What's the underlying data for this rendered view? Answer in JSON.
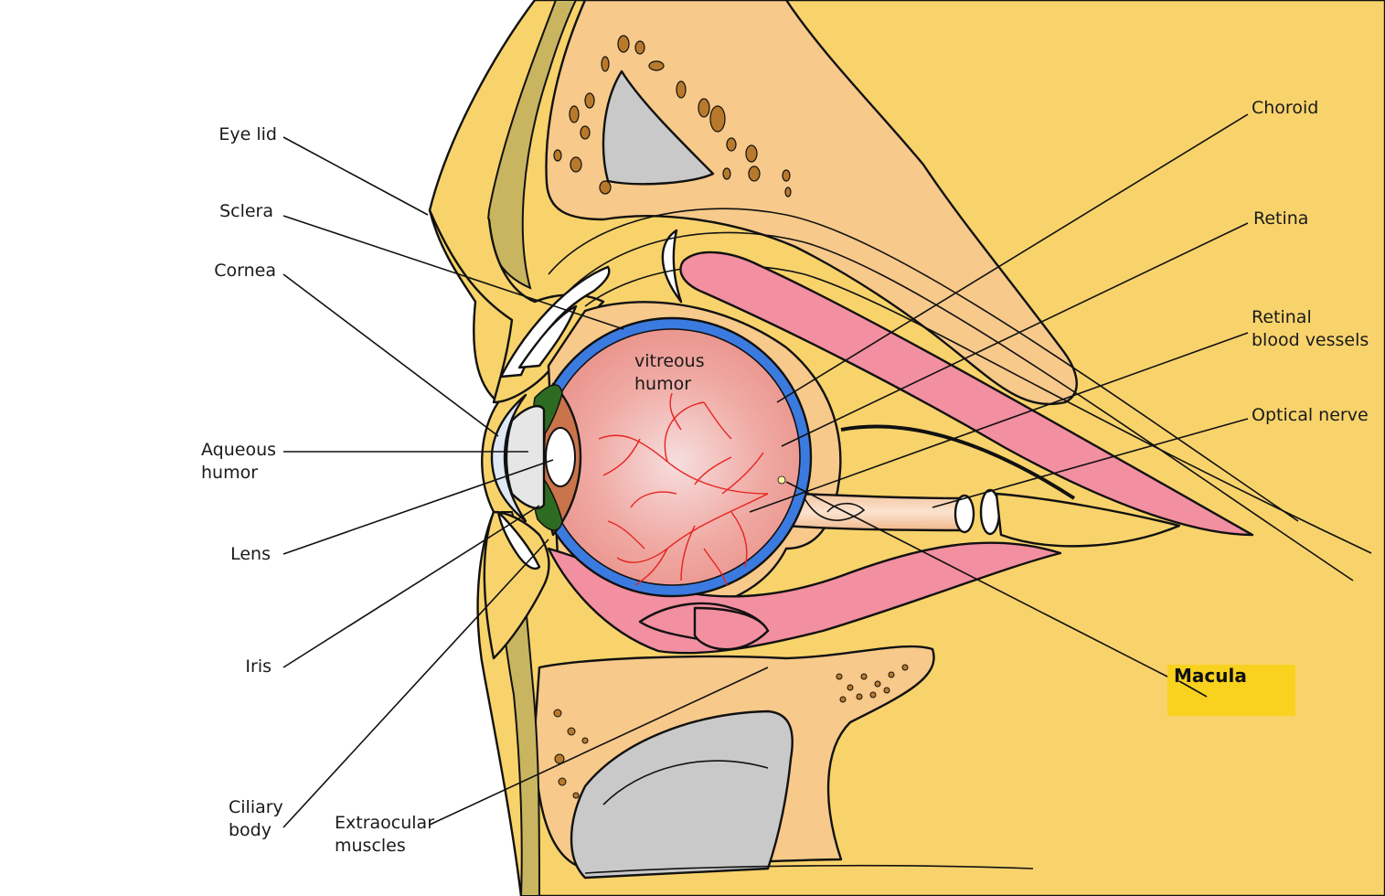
{
  "labels": {
    "eye_lid": "Eye lid",
    "sclera": "Sclera",
    "cornea": "Cornea",
    "aqueous_humor_1": "Aqueous",
    "aqueous_humor_2": "humor",
    "lens": "Lens",
    "iris": "Iris",
    "ciliary_body_1": "Ciliary",
    "ciliary_body_2": "body",
    "extraocular_1": "Extraocular",
    "extraocular_2": "muscles",
    "choroid": "Choroid",
    "retina": "Retina",
    "retinal_vessels_1": "Retinal",
    "retinal_vessels_2": "blood vessels",
    "optical_nerve": "Optical nerve",
    "macula": "Macula",
    "vitreous_1": "vitreous",
    "vitreous_2": "humor"
  },
  "colors": {
    "skin": "#f8d36b",
    "bone": "#f7c98a",
    "highlight": "#f9d21f",
    "sclera_blue": "#3b7be0",
    "vitreous": "#f2a8a0",
    "muscle": "#f28fa0",
    "iris_green": "#2e6b22",
    "vessels": "#e8231f",
    "sinus_grey": "#c9c9c9",
    "eyelid_olive": "#c9b560"
  }
}
